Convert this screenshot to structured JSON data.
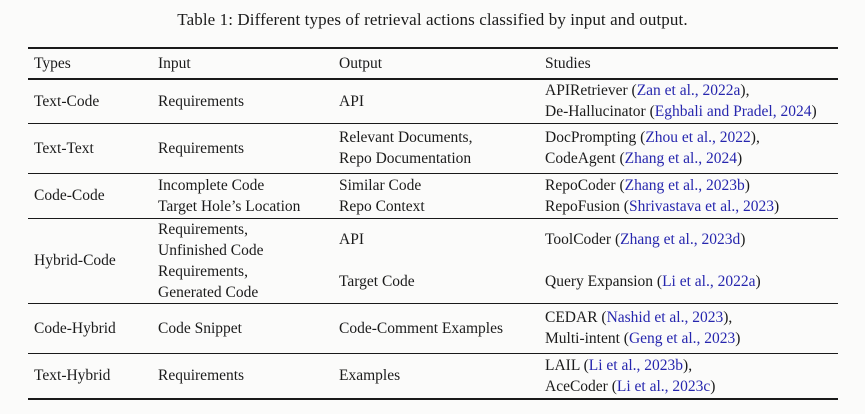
{
  "caption": "Table 1: Different types of retrieval actions classified by input and output.",
  "colors": {
    "citation_blue": "#2626ae",
    "text": "#1b1b1b",
    "rule": "#1a1a1a",
    "background": "#fbfbfa"
  },
  "table": {
    "headers": [
      "Types",
      "Input",
      "Output",
      "Studies"
    ],
    "rows": [
      {
        "type": "Text-Code",
        "groups": [
          {
            "input": [
              "Requirements"
            ],
            "output": [
              "API"
            ],
            "studies": [
              [
                {
                  "text": "APIRetriever ("
                },
                {
                  "text": "Zan et al., 2022a",
                  "cite": true
                },
                {
                  "text": "),"
                }
              ],
              [
                {
                  "text": "De-Hallucinator ("
                },
                {
                  "text": "Eghbali and Pradel, 2024",
                  "cite": true
                },
                {
                  "text": ")"
                }
              ]
            ]
          }
        ]
      },
      {
        "type": "Text-Text",
        "groups": [
          {
            "input": [
              "Requirements"
            ],
            "output": [
              "Relevant Documents,",
              "Repo Documentation"
            ],
            "studies": [
              [
                {
                  "text": "DocPrompting ("
                },
                {
                  "text": "Zhou et al., 2022",
                  "cite": true
                },
                {
                  "text": "),"
                }
              ],
              [
                {
                  "text": "CodeAgent ("
                },
                {
                  "text": "Zhang et al., 2024",
                  "cite": true
                },
                {
                  "text": ")"
                }
              ]
            ]
          }
        ]
      },
      {
        "type": "Code-Code",
        "groups": [
          {
            "input": [
              "Incomplete Code",
              "Target Hole’s Location"
            ],
            "output": [
              "Similar Code",
              "Repo Context"
            ],
            "studies": [
              [
                {
                  "text": "RepoCoder ("
                },
                {
                  "text": "Zhang et al., 2023b",
                  "cite": true
                },
                {
                  "text": ")"
                }
              ],
              [
                {
                  "text": "RepoFusion ("
                },
                {
                  "text": "Shrivastava et al., 2023",
                  "cite": true
                },
                {
                  "text": ")"
                }
              ]
            ]
          }
        ]
      },
      {
        "type": "Hybrid-Code",
        "groups": [
          {
            "input": [
              "Requirements,",
              "Unfinished Code"
            ],
            "output": [
              "API"
            ],
            "studies": [
              [
                {
                  "text": "ToolCoder ("
                },
                {
                  "text": "Zhang et al., 2023d",
                  "cite": true
                },
                {
                  "text": ")"
                }
              ]
            ]
          },
          {
            "input": [
              "Requirements,",
              "Generated Code"
            ],
            "output": [
              "Target Code"
            ],
            "studies": [
              [
                {
                  "text": "Query Expansion ("
                },
                {
                  "text": "Li et al., 2022a",
                  "cite": true
                },
                {
                  "text": ")"
                }
              ]
            ]
          }
        ]
      },
      {
        "type": "Code-Hybrid",
        "groups": [
          {
            "input": [
              "Code Snippet"
            ],
            "output": [
              "Code-Comment Examples"
            ],
            "studies": [
              [
                {
                  "text": "CEDAR ("
                },
                {
                  "text": "Nashid et al., 2023",
                  "cite": true
                },
                {
                  "text": "),"
                }
              ],
              [
                {
                  "text": "Multi-intent ("
                },
                {
                  "text": "Geng et al., 2023",
                  "cite": true
                },
                {
                  "text": ")"
                }
              ]
            ]
          }
        ]
      },
      {
        "type": "Text-Hybrid",
        "groups": [
          {
            "input": [
              "Requirements"
            ],
            "output": [
              "Examples"
            ],
            "studies": [
              [
                {
                  "text": "LAIL ("
                },
                {
                  "text": "Li et al., 2023b",
                  "cite": true
                },
                {
                  "text": "),"
                }
              ],
              [
                {
                  "text": "AceCoder ("
                },
                {
                  "text": "Li et al., 2023c",
                  "cite": true
                },
                {
                  "text": ")"
                }
              ]
            ]
          }
        ]
      }
    ]
  }
}
